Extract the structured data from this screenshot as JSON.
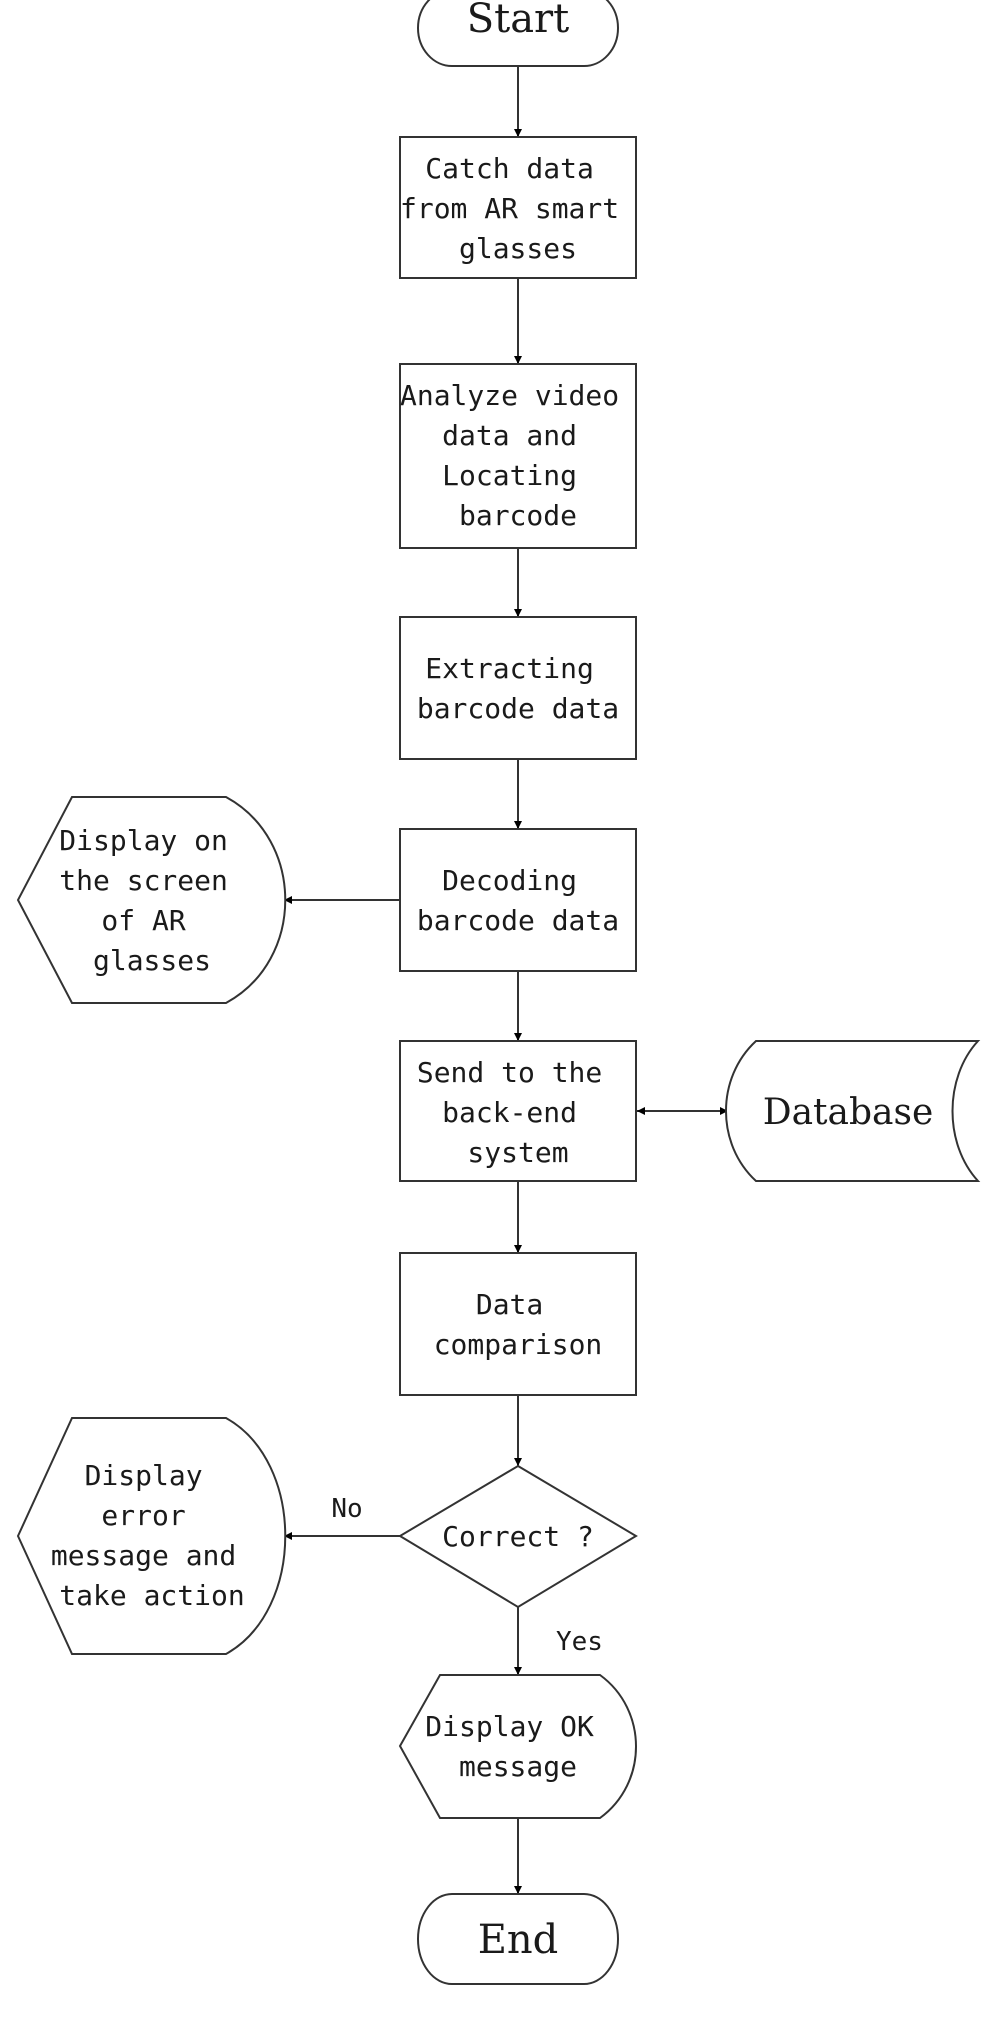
{
  "nodes": {
    "start": {
      "lines": [
        "Start"
      ]
    },
    "catch": {
      "lines": [
        "Catch data",
        "from AR smart",
        "glasses"
      ]
    },
    "analyze": {
      "lines": [
        "Analyze video",
        "data and",
        "Locating",
        "barcode"
      ]
    },
    "extract": {
      "lines": [
        "Extracting",
        "barcode data"
      ]
    },
    "decode": {
      "lines": [
        "Decoding",
        "barcode data"
      ]
    },
    "display_screen": {
      "lines": [
        "Display on",
        "the screen",
        "of AR",
        "glasses"
      ]
    },
    "send": {
      "lines": [
        "Send to the",
        "back-end",
        "system"
      ]
    },
    "database": {
      "lines": [
        "Database"
      ]
    },
    "compare": {
      "lines": [
        "Data",
        "comparison"
      ]
    },
    "decision": {
      "lines": [
        "Correct ?"
      ]
    },
    "display_error": {
      "lines": [
        "Display",
        "error",
        "message and",
        "take action"
      ]
    },
    "display_ok": {
      "lines": [
        "Display OK",
        "message"
      ]
    },
    "end": {
      "lines": [
        "End"
      ]
    }
  },
  "branches": {
    "no": "No",
    "yes": "Yes"
  }
}
